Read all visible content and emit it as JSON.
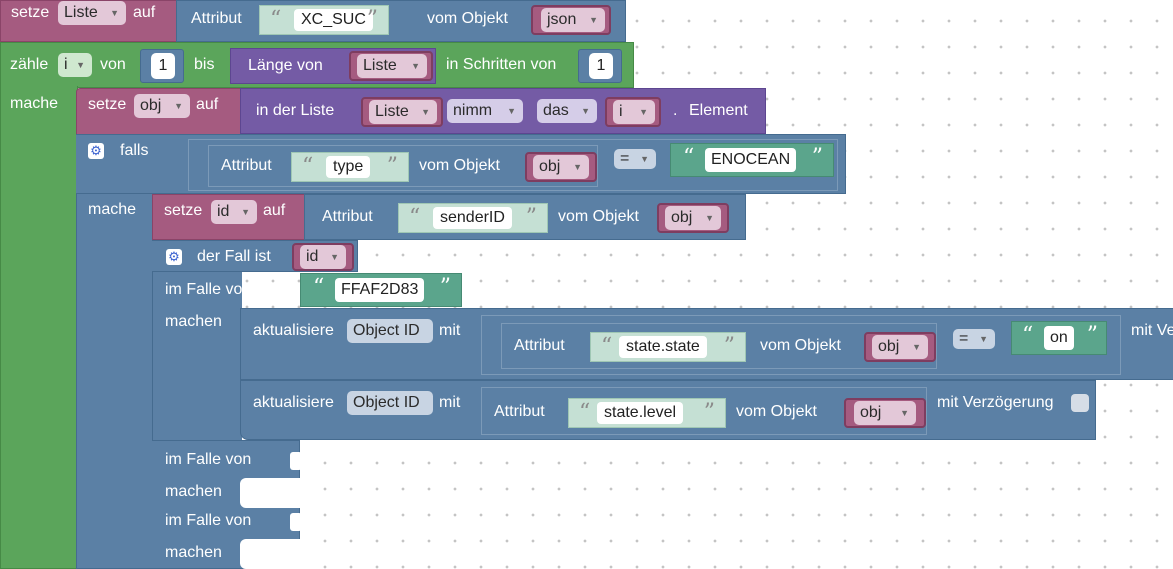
{
  "row1": {
    "set": "setze",
    "var": "Liste",
    "to": "auf",
    "attr": "Attribut",
    "attr_value": "XC_SUC",
    "of_object": "vom Objekt",
    "object": "json"
  },
  "loop": {
    "count": "zähle",
    "var": "i",
    "from": "von",
    "from_value": "1",
    "to": "bis",
    "length_of": "Länge von",
    "length_var": "Liste",
    "step": "in Schritten von",
    "step_value": "1",
    "do": "mache"
  },
  "row3": {
    "set": "setze",
    "var": "obj",
    "to": "auf",
    "in_list": "in der Liste",
    "list_var": "Liste",
    "take": "nimm",
    "the": "das",
    "index": "i",
    "dot": ".",
    "element": "Element"
  },
  "if_block": {
    "if": "falls",
    "attr": "Attribut",
    "attr_value": "type",
    "of_object": "vom Objekt",
    "object": "obj",
    "op": "=",
    "compare_value": "ENOCEAN",
    "do": "mache"
  },
  "row5": {
    "set": "setze",
    "var": "id",
    "to": "auf",
    "attr": "Attribut",
    "attr_value": "senderID",
    "of_object": "vom Objekt",
    "object": "obj"
  },
  "switch": {
    "case_is": "der Fall ist",
    "var": "id",
    "case_of": "im Falle von",
    "case_value": "FFAF2D83",
    "do": "machen",
    "case_of_2": "im Falle von",
    "do_2": "machen",
    "case_of_3": "im Falle von",
    "do_3": "machen"
  },
  "update1": {
    "update": "aktualisiere",
    "field": "Object ID",
    "with": "mit",
    "attr": "Attribut",
    "attr_value": "state.state",
    "of_object": "vom Objekt",
    "object": "obj",
    "op": "=",
    "compare_value": "on",
    "delay": "mit Ve"
  },
  "update2": {
    "update": "aktualisiere",
    "field": "Object ID",
    "with": "mit",
    "attr": "Attribut",
    "attr_value": "state.level",
    "of_object": "vom Objekt",
    "object": "obj",
    "delay": "mit Verzögerung"
  },
  "icons": {
    "gear": "gear-icon",
    "dropdown": "dropdown-arrow-icon",
    "quote_open": "open-quote-icon",
    "quote_close": "close-quote-icon"
  },
  "colors": {
    "variable": "#a55b80",
    "object": "#5b80a5",
    "loop": "#5ba55b",
    "list": "#745ba5",
    "string": "#5ba58c"
  }
}
